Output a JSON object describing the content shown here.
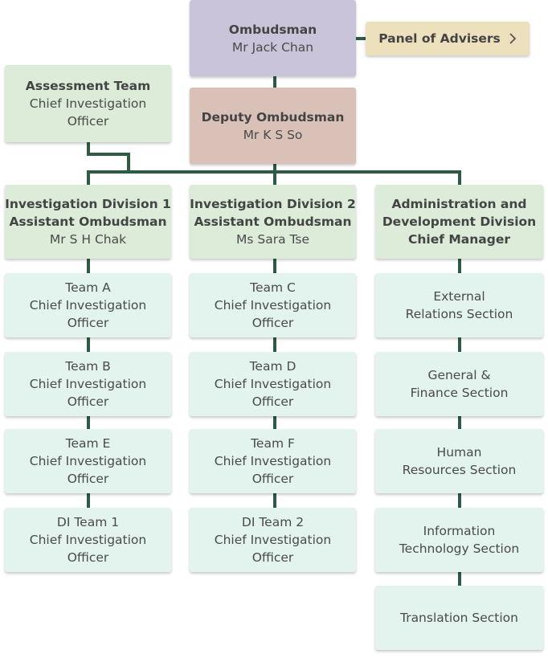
{
  "top": {
    "ombudsman": {
      "title": "Ombudsman",
      "name": "Mr Jack Chan"
    },
    "panel": {
      "label": "Panel of Advisers",
      "icon": "chevron-right-icon"
    },
    "assessment": {
      "title": "Assessment Team",
      "line1": "Chief Investigation",
      "line2": "Officer"
    },
    "deputy": {
      "title": "Deputy Ombudsman",
      "name": "Mr K S So"
    }
  },
  "divisions": [
    {
      "line1": "Investigation Division 1",
      "line2": "Assistant Ombudsman",
      "line3": "Mr S H Chak",
      "teams": [
        {
          "name": "Team A",
          "role1": "Chief Investigation",
          "role2": "Officer"
        },
        {
          "name": "Team B",
          "role1": "Chief Investigation",
          "role2": "Officer"
        },
        {
          "name": "Team E",
          "role1": "Chief Investigation",
          "role2": "Officer"
        },
        {
          "name": "DI Team 1",
          "role1": "Chief Investigation",
          "role2": "Officer"
        }
      ]
    },
    {
      "line1": "Investigation Division 2",
      "line2": "Assistant Ombudsman",
      "line3": "Ms Sara Tse",
      "teams": [
        {
          "name": "Team C",
          "role1": "Chief Investigation",
          "role2": "Officer"
        },
        {
          "name": "Team D",
          "role1": "Chief Investigation",
          "role2": "Officer"
        },
        {
          "name": "Team F",
          "role1": "Chief Investigation",
          "role2": "Officer"
        },
        {
          "name": "DI Team 2",
          "role1": "Chief Investigation",
          "role2": "Officer"
        }
      ]
    },
    {
      "line1": "Administration and",
      "line2": "Development Division",
      "line3": "Chief Manager",
      "sections": [
        {
          "line1": "External",
          "line2": "Relations Section"
        },
        {
          "line1": "General &",
          "line2": "Finance Section"
        },
        {
          "line1": "Human",
          "line2": "Resources Section"
        },
        {
          "line1": "Information",
          "line2": "Technology Section"
        },
        {
          "line1": "Translation Section"
        }
      ]
    }
  ],
  "colors": {
    "connector": "#2f5a43",
    "ombudsman": "#c9c4d9",
    "deputy": "#d9c1b8",
    "division": "#dcecd9",
    "team": "#e3f3ee",
    "panel": "#ece1bc"
  }
}
